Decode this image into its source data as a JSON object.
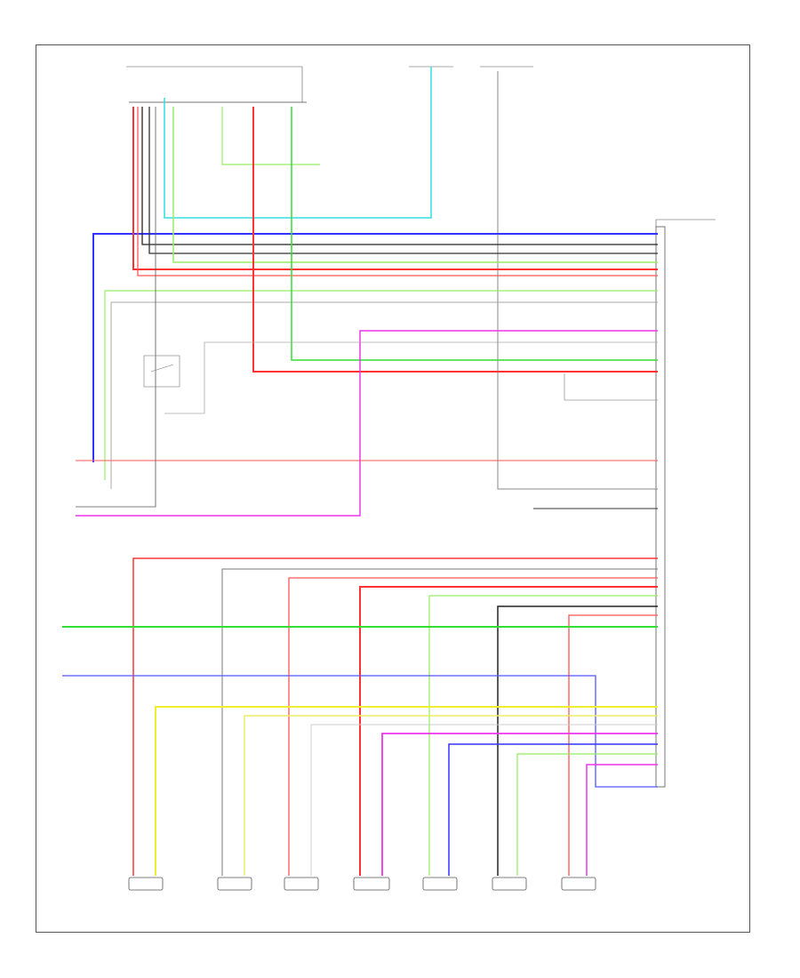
{
  "diagram": {
    "reference_code": "",
    "top_connector_label": "",
    "right_module_label": "",
    "bottom_components": [
      {
        "id": "c1",
        "label": ""
      },
      {
        "id": "c2",
        "label": ""
      },
      {
        "id": "c3",
        "label": ""
      },
      {
        "id": "c4",
        "label": ""
      },
      {
        "id": "c5",
        "label": ""
      },
      {
        "id": "c6",
        "label": ""
      },
      {
        "id": "c7",
        "label": ""
      }
    ]
  },
  "colors": {
    "red": "#ff3333",
    "green": "#33dd33",
    "light_green": "#99ee66",
    "blue": "#3333ff",
    "magenta": "#ee33ee",
    "yellow": "#eeee33",
    "cyan": "#33dddd",
    "black": "#222222",
    "gray": "#999999",
    "frame": "#555555"
  }
}
